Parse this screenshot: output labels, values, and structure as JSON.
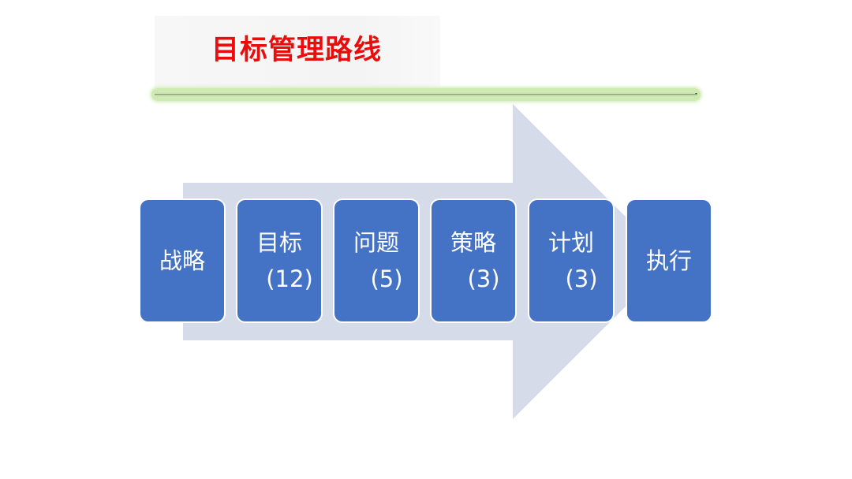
{
  "title": "目标管理路线",
  "colors": {
    "title": "#ea0d0d",
    "box_fill": "#4472c4",
    "box_text": "#ffffff",
    "arrow_fill": "#d5dbe9",
    "rule": "#cfe9b3"
  },
  "steps": [
    {
      "name": "战略",
      "count": ""
    },
    {
      "name": "目标",
      "count": "(12)"
    },
    {
      "name": "问题",
      "count": "(5)"
    },
    {
      "name": "策略",
      "count": "(3)"
    },
    {
      "name": "计划",
      "count": "(3)"
    },
    {
      "name": "执行",
      "count": ""
    }
  ]
}
